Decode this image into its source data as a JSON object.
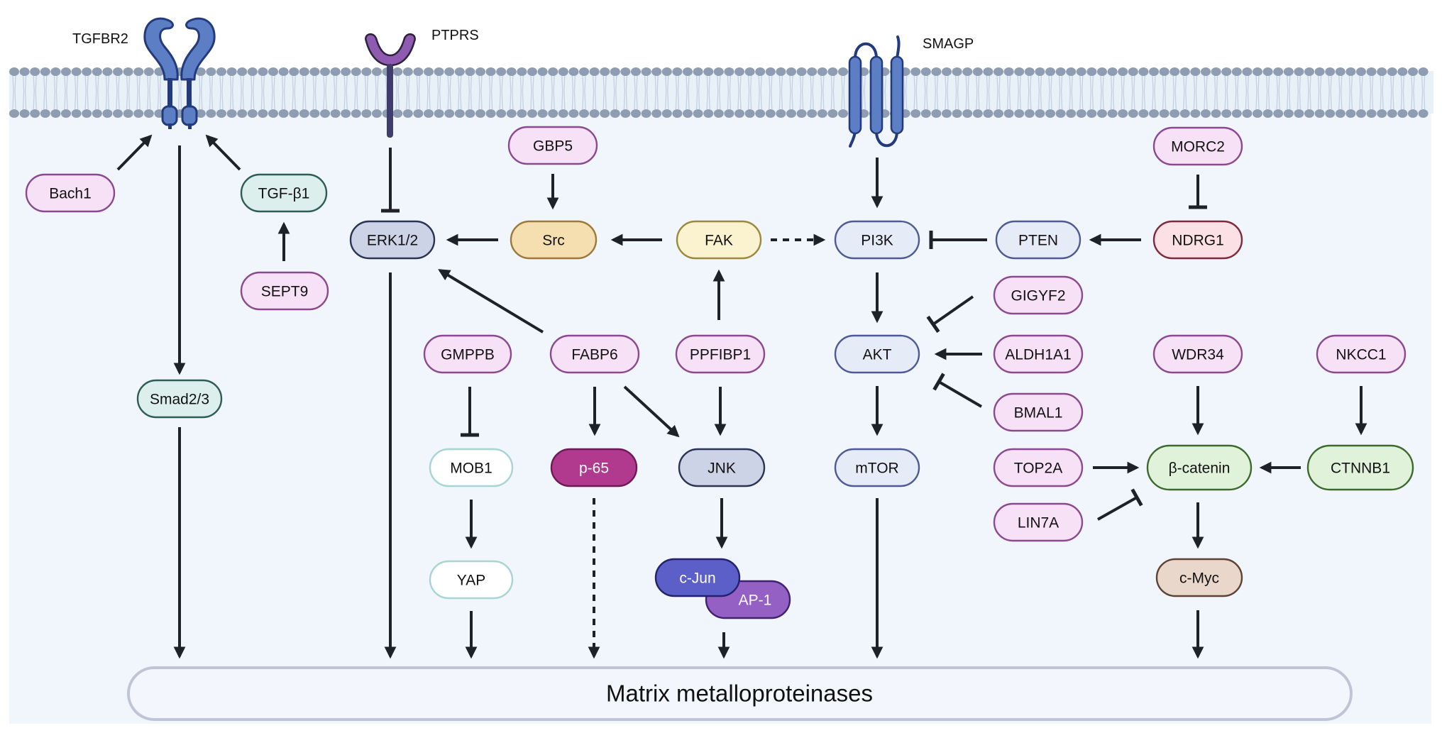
{
  "title": "Matrix metalloproteinase signaling pathways",
  "colors": {
    "cytoplasm": "#f1f5fc",
    "membrane_head": "#8f9db2",
    "membrane_tail": "#c5d0e0",
    "arrow": "#1f2128",
    "receptor_blue": "#5b7ec4",
    "receptor_blue_dark": "#233a7c",
    "ptprs_purple": "#8e5bb0",
    "ptprs_stem": "#3f3c6e",
    "mmp_border": "#c0c4d6"
  },
  "receptors": [
    {
      "id": "TGFBR2",
      "label": "TGFBR2"
    },
    {
      "id": "PTPRS",
      "label": "PTPRS"
    },
    {
      "id": "SMAGP",
      "label": "SMAGP"
    }
  ],
  "styles": {
    "pink": {
      "fill": "#f6e1f6",
      "stroke": "#8b4a8f",
      "text": "#111111"
    },
    "teal": {
      "fill": "#dcefed",
      "stroke": "#2e5d56",
      "text": "#111111"
    },
    "slate": {
      "fill": "#ccd3e6",
      "stroke": "#2a3455",
      "text": "#111111"
    },
    "sand": {
      "fill": "#f5dfb0",
      "stroke": "#9c7a3a",
      "text": "#111111"
    },
    "cream": {
      "fill": "#fbf3cf",
      "stroke": "#9a8a3c",
      "text": "#111111"
    },
    "lav": {
      "fill": "#e6ebf8",
      "stroke": "#4e5a94",
      "text": "#111111"
    },
    "rose": {
      "fill": "#fbe1e5",
      "stroke": "#7e2a3a",
      "text": "#111111"
    },
    "white": {
      "fill": "#ffffff",
      "stroke": "#a8d4d3",
      "text": "#111111"
    },
    "magenta": {
      "fill": "#b23a8e",
      "stroke": "#6c1b56",
      "text": "#ffffff"
    },
    "green": {
      "fill": "#e0f3da",
      "stroke": "#3c6a2e",
      "text": "#111111"
    },
    "tan": {
      "fill": "#ead7cc",
      "stroke": "#5e4334",
      "text": "#111111"
    },
    "indigo": {
      "fill": "#5b5fc7",
      "stroke": "#23226a",
      "text": "#ffffff"
    },
    "violet": {
      "fill": "#9560c4",
      "stroke": "#402270",
      "text": "#ffffff"
    }
  },
  "nodes": [
    {
      "id": "Bach1",
      "label": "Bach1",
      "style": "pink"
    },
    {
      "id": "TGFB1",
      "label": "TGF-β1",
      "style": "teal"
    },
    {
      "id": "SEPT9",
      "label": "SEPT9",
      "style": "pink"
    },
    {
      "id": "Smad23",
      "label": "Smad2/3",
      "style": "teal"
    },
    {
      "id": "ERK12",
      "label": "ERK1/2",
      "style": "slate"
    },
    {
      "id": "GBP5",
      "label": "GBP5",
      "style": "pink"
    },
    {
      "id": "Src",
      "label": "Src",
      "style": "sand"
    },
    {
      "id": "FAK",
      "label": "FAK",
      "style": "cream"
    },
    {
      "id": "PI3K",
      "label": "PI3K",
      "style": "lav"
    },
    {
      "id": "PTEN",
      "label": "PTEN",
      "style": "lav"
    },
    {
      "id": "NDRG1",
      "label": "NDRG1",
      "style": "rose"
    },
    {
      "id": "MORC2",
      "label": "MORC2",
      "style": "pink"
    },
    {
      "id": "GIGYF2",
      "label": "GIGYF2",
      "style": "pink"
    },
    {
      "id": "AKT",
      "label": "AKT",
      "style": "lav"
    },
    {
      "id": "ALDH1A1",
      "label": "ALDH1A1",
      "style": "pink"
    },
    {
      "id": "BMAL1",
      "label": "BMAL1",
      "style": "pink"
    },
    {
      "id": "WDR34",
      "label": "WDR34",
      "style": "pink"
    },
    {
      "id": "NKCC1",
      "label": "NKCC1",
      "style": "pink"
    },
    {
      "id": "GMPPB",
      "label": "GMPPB",
      "style": "pink"
    },
    {
      "id": "FABP6",
      "label": "FABP6",
      "style": "pink"
    },
    {
      "id": "PPFIBP1",
      "label": "PPFIBP1",
      "style": "pink"
    },
    {
      "id": "MOB1",
      "label": "MOB1",
      "style": "white"
    },
    {
      "id": "p65",
      "label": "p-65",
      "style": "magenta"
    },
    {
      "id": "JNK",
      "label": "JNK",
      "style": "slate"
    },
    {
      "id": "mTOR",
      "label": "mTOR",
      "style": "lav"
    },
    {
      "id": "TOP2A",
      "label": "TOP2A",
      "style": "pink"
    },
    {
      "id": "LIN7A",
      "label": "LIN7A",
      "style": "pink"
    },
    {
      "id": "bcatenin",
      "label": "β-catenin",
      "style": "green"
    },
    {
      "id": "CTNNB1",
      "label": "CTNNB1",
      "style": "green"
    },
    {
      "id": "cMyc",
      "label": "c-Myc",
      "style": "tan"
    },
    {
      "id": "YAP",
      "label": "YAP",
      "style": "white"
    },
    {
      "id": "AP1",
      "label": "AP-1",
      "style": "violet"
    },
    {
      "id": "cJun",
      "label": "c-Jun",
      "style": "indigo"
    }
  ],
  "edges": [
    {
      "from": "Bach1",
      "to": "TGFBR2",
      "type": "activation"
    },
    {
      "from": "TGF-β1",
      "to": "TGFBR2",
      "type": "activation"
    },
    {
      "from": "SEPT9",
      "to": "TGF-β1",
      "type": "activation"
    },
    {
      "from": "TGFBR2",
      "to": "Smad2/3",
      "type": "activation"
    },
    {
      "from": "Smad2/3",
      "to": "Matrix metalloproteinases",
      "type": "activation"
    },
    {
      "from": "PTPRS",
      "to": "ERK1/2",
      "type": "inhibition"
    },
    {
      "from": "ERK1/2",
      "to": "Matrix metalloproteinases",
      "type": "activation"
    },
    {
      "from": "GBP5",
      "to": "Src",
      "type": "activation"
    },
    {
      "from": "Src",
      "to": "ERK1/2",
      "type": "activation"
    },
    {
      "from": "FAK",
      "to": "Src",
      "type": "activation"
    },
    {
      "from": "FAK",
      "to": "PI3K",
      "type": "indirect-activation"
    },
    {
      "from": "SMAGP",
      "to": "PI3K",
      "type": "activation"
    },
    {
      "from": "PTEN",
      "to": "PI3K",
      "type": "inhibition"
    },
    {
      "from": "NDRG1",
      "to": "PTEN",
      "type": "activation"
    },
    {
      "from": "MORC2",
      "to": "NDRG1",
      "type": "inhibition"
    },
    {
      "from": "PI3K",
      "to": "AKT",
      "type": "activation"
    },
    {
      "from": "GIGYF2",
      "to": "AKT",
      "type": "inhibition"
    },
    {
      "from": "ALDH1A1",
      "to": "AKT",
      "type": "activation"
    },
    {
      "from": "BMAL1",
      "to": "AKT",
      "type": "inhibition"
    },
    {
      "from": "AKT",
      "to": "mTOR",
      "type": "activation"
    },
    {
      "from": "mTOR",
      "to": "Matrix metalloproteinases",
      "type": "activation"
    },
    {
      "from": "FABP6",
      "to": "ERK1/2",
      "type": "activation"
    },
    {
      "from": "FABP6",
      "to": "p-65",
      "type": "activation"
    },
    {
      "from": "FABP6",
      "to": "JNK",
      "type": "activation"
    },
    {
      "from": "PPFIBP1",
      "to": "FAK",
      "type": "activation"
    },
    {
      "from": "PPFIBP1",
      "to": "JNK",
      "type": "activation"
    },
    {
      "from": "GMPPB",
      "to": "MOB1",
      "type": "inhibition"
    },
    {
      "from": "MOB1",
      "to": "YAP",
      "type": "activation"
    },
    {
      "from": "YAP",
      "to": "Matrix metalloproteinases",
      "type": "activation"
    },
    {
      "from": "p-65",
      "to": "Matrix metalloproteinases",
      "type": "indirect-activation"
    },
    {
      "from": "JNK",
      "to": "c-Jun/AP-1",
      "type": "activation"
    },
    {
      "from": "c-Jun/AP-1",
      "to": "Matrix metalloproteinases",
      "type": "activation"
    },
    {
      "from": "WDR34",
      "to": "β-catenin",
      "type": "activation"
    },
    {
      "from": "NKCC1",
      "to": "CTNNB1",
      "type": "activation"
    },
    {
      "from": "CTNNB1",
      "to": "β-catenin",
      "type": "activation"
    },
    {
      "from": "TOP2A",
      "to": "β-catenin",
      "type": "activation"
    },
    {
      "from": "LIN7A",
      "to": "β-catenin",
      "type": "inhibition"
    },
    {
      "from": "β-catenin",
      "to": "c-Myc",
      "type": "activation"
    },
    {
      "from": "c-Myc",
      "to": "Matrix metalloproteinases",
      "type": "activation"
    }
  ],
  "target": {
    "label": "Matrix metalloproteinases"
  }
}
